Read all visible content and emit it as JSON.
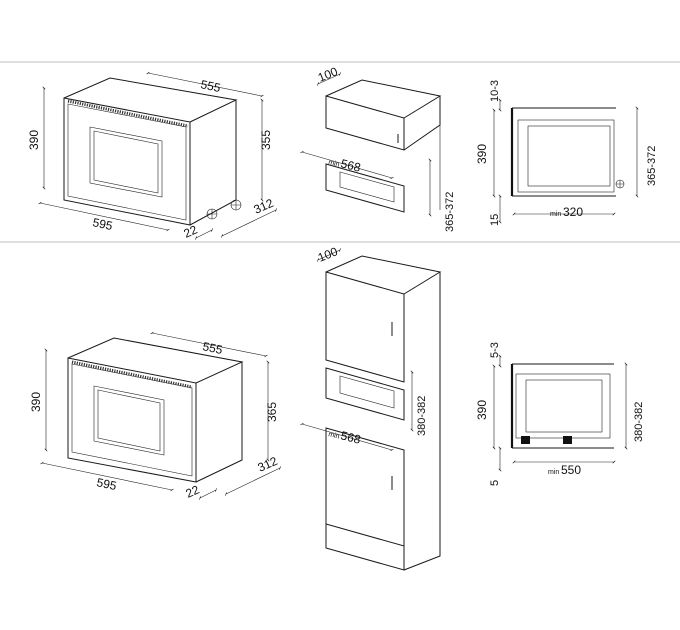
{
  "top": {
    "oven": {
      "width": "595",
      "height": "390",
      "depth_top": "555",
      "side_height": "355",
      "depth_side": "312",
      "front_gap": "22"
    },
    "wall": {
      "top_depth": "100",
      "niche_width_min": "min",
      "niche_width_val": "568",
      "niche_height": "365-372"
    },
    "section": {
      "top_gap": "10-3",
      "height": "390",
      "bottom_gap": "15",
      "niche_depth_min": "min",
      "niche_depth_val": "320",
      "niche_height": "365-372"
    }
  },
  "bottom": {
    "oven": {
      "width": "595",
      "height": "390",
      "depth_top": "555",
      "side_height": "365",
      "depth_side": "312",
      "front_gap": "22"
    },
    "column": {
      "top_depth": "100",
      "niche_width_min": "min",
      "niche_width_val": "568",
      "niche_height": "380-382"
    },
    "section": {
      "top_gap": "5-3",
      "height": "390",
      "bottom_gap": "5",
      "niche_depth_min": "min",
      "niche_depth_val": "550",
      "niche_height": "380-382"
    }
  }
}
